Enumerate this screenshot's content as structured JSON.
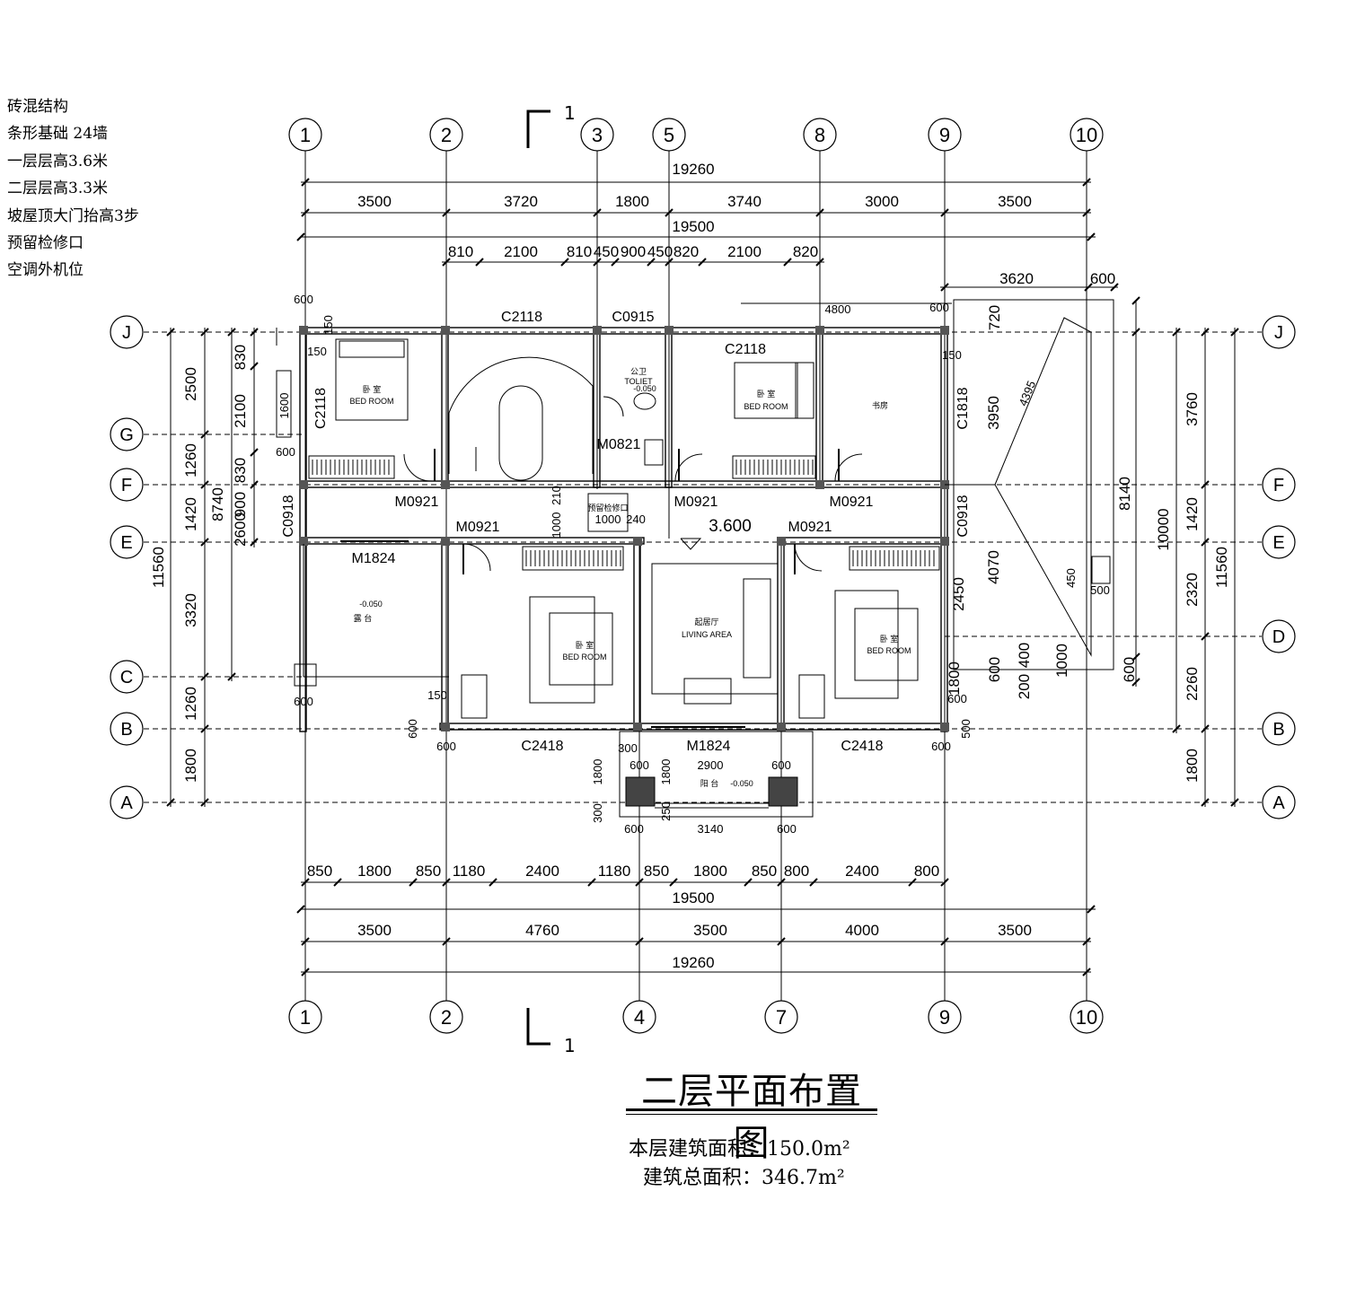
{
  "notes": [
    "砖混结构",
    "条形基础 24墙",
    "一层层高3.6米",
    "二层层高3.3米",
    "坡屋顶大门抬高3步",
    "预留检修口",
    "空调外机位"
  ],
  "title": "二层平面布置图",
  "area_floor": "本层建筑面积：150.0m²",
  "area_total": "建筑总面积：346.7m²",
  "section_mark": "1",
  "grid_top": [
    "1",
    "2",
    "3",
    "5",
    "8",
    "9",
    "10"
  ],
  "grid_bottom": [
    "1",
    "2",
    "4",
    "7",
    "9",
    "10"
  ],
  "grid_rows": [
    "J",
    "G",
    "F",
    "E",
    "D",
    "C",
    "B",
    "A"
  ],
  "dims": {
    "top_total": "19260",
    "top_bays": [
      "3500",
      "3720",
      "1800",
      "3740",
      "3000",
      "3500"
    ],
    "top_overall": "19500",
    "top_openings": [
      "810",
      "2100",
      "810",
      "450",
      "900",
      "450",
      "820",
      "2100",
      "820"
    ],
    "right_extra": [
      "3620",
      "600"
    ],
    "bottom_openings": [
      "850",
      "1800",
      "850",
      "1180",
      "2400",
      "1180",
      "850",
      "1800",
      "850",
      "800",
      "2400",
      "800"
    ],
    "bottom_overall": "19500",
    "bottom_bays": [
      "3500",
      "4760",
      "3500",
      "4000",
      "3500"
    ],
    "bottom_total": "19260",
    "left_inner": [
      "2500",
      "1260",
      "1420",
      "3320",
      "1260",
      "1800"
    ],
    "left_detail": [
      "830",
      "2100",
      "830",
      "2600",
      "900",
      "2600",
      "600"
    ],
    "left_mid": "8740",
    "left_total": "11560",
    "right_inner": [
      "3760",
      "1420",
      "2320",
      "2260",
      "1800"
    ],
    "right_mid": "10000",
    "right_total": "11560",
    "right_detail": [
      "3950",
      "4070",
      "8140",
      "2450",
      "1000",
      "400",
      "200",
      "600",
      "600",
      "720",
      "1800"
    ],
    "misc": [
      "600",
      "600",
      "150",
      "150",
      "1600",
      "4800",
      "600",
      "150",
      "600",
      "150",
      "600",
      "600",
      "150",
      "600",
      "300",
      "600",
      "1800",
      "1800",
      "2900",
      "600",
      "300",
      "250",
      "3140",
      "600",
      "600",
      "600",
      "600",
      "500",
      "450",
      "500",
      "500",
      "4395",
      "210",
      "1000",
      "240",
      "1000",
      "50"
    ]
  },
  "labels": {
    "windows": [
      "C2118",
      "C0915",
      "C2118",
      "C2118",
      "C1818",
      "C0918",
      "C0918",
      "C2418",
      "C2418"
    ],
    "doors": [
      "M0821",
      "M0921",
      "M0921",
      "M0921",
      "M0921",
      "M0921",
      "M1824",
      "M1824"
    ],
    "level": "3.600",
    "rooms": {
      "bed_cn": "卧 室",
      "bed_en": "BED   ROOM",
      "toilet_cn": "公卫",
      "toilet_en": "TOLIET",
      "study": "书房",
      "living_cn": "起居厅",
      "living_en": "LIVING    AREA",
      "terrace": "露 台",
      "balcony": "阳 台",
      "hatch": "预留检修口",
      "level_low": "-0.050"
    }
  }
}
